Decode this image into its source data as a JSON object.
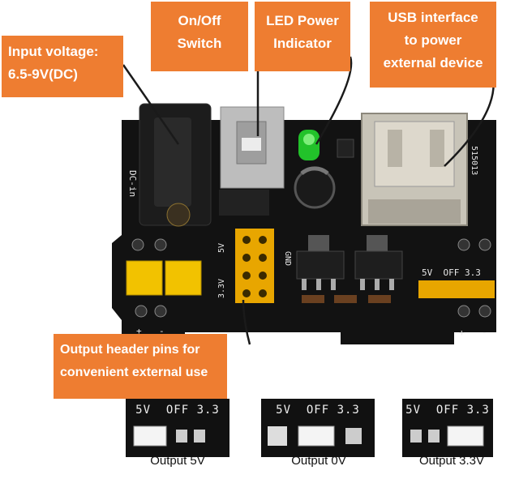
{
  "callouts": {
    "input_voltage": {
      "line1": "Input voltage:",
      "line2": "6.5-9V(DC)"
    },
    "switch": {
      "line1": "On/Off",
      "line2": "Switch"
    },
    "led": {
      "line1": "LED Power",
      "line2": "Indicator"
    },
    "usb": {
      "line1": "USB interface",
      "line2": "to power",
      "line3": "external device"
    },
    "header": {
      "line1": "Output header pins for",
      "line2": "convenient external use"
    }
  },
  "board_labels": {
    "dc_in": "DC-in",
    "left_5v": "5V",
    "left_33v": "3.3V",
    "gnd": "GND",
    "right_header": "5V  OFF 3.3",
    "usb_code": "515013",
    "plus": "+",
    "minus": "-"
  },
  "jumper_panels": [
    {
      "label": "5V  OFF 3.3",
      "caption": "Output 5V"
    },
    {
      "label": "5V  OFF 3.3",
      "caption": "Output 0V"
    },
    {
      "label": "5V  OFF 3.3",
      "caption": "Output 3.3V"
    }
  ],
  "colors": {
    "callout": "#ee7d31",
    "board": "#111111",
    "jumper": "#f2c200",
    "header_pins": "#e8a600",
    "led": "#22c22a"
  }
}
